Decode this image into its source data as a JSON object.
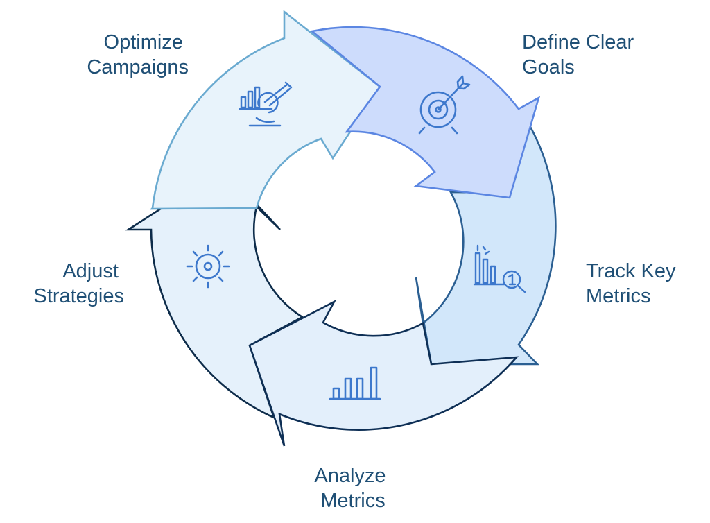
{
  "diagram": {
    "type": "cycle",
    "steps": [
      {
        "id": "define",
        "label_lines": [
          "Define Clear",
          "Goals"
        ],
        "icon": "target-icon",
        "fill": "#cddcfc",
        "stroke": "#5b86e2"
      },
      {
        "id": "track",
        "label_lines": [
          "Track Key",
          "Metrics"
        ],
        "icon": "bar-chart-magnifier-icon",
        "fill": "#d2e7fa",
        "stroke": "#2b5f92"
      },
      {
        "id": "analyze",
        "label_lines": [
          "Analyze",
          "Metrics"
        ],
        "icon": "bar-chart-icon",
        "fill": "#e3effb",
        "stroke": "#0e2f55"
      },
      {
        "id": "adjust",
        "label_lines": [
          "Adjust",
          "Strategies"
        ],
        "icon": "sun-gear-icon",
        "fill": "#e5f1fb",
        "stroke": "#0d2c4a"
      },
      {
        "id": "optimize",
        "label_lines": [
          "Optimize",
          "Campaigns"
        ],
        "icon": "chart-microscope-icon",
        "fill": "#e8f3fb",
        "stroke": "#6aaad0"
      }
    ],
    "colors": {
      "text": "#1f4f75",
      "icon": "#3d78cc"
    }
  }
}
